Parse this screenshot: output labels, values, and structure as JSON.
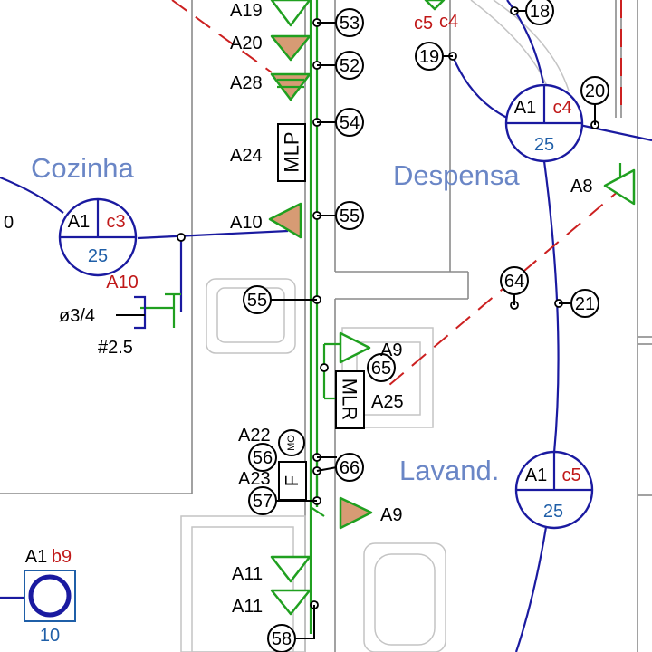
{
  "rooms": {
    "kitchen": "Cozinha",
    "pantry": "Despensa",
    "laundry": "Lavand."
  },
  "partial_label_left": "0",
  "fixtures": {
    "kitchen": {
      "circuit": "A1",
      "code": "c3",
      "value": "25"
    },
    "pantry": {
      "circuit": "A1",
      "code": "c4",
      "value": "25"
    },
    "laundry": {
      "circuit": "A1",
      "code": "c5",
      "value": "25"
    },
    "ceiling": {
      "circuit": "A1",
      "code": "b9",
      "value": "10"
    }
  },
  "top_fixture_label": {
    "left": "c5",
    "right": "c4"
  },
  "conductor_note": {
    "circuit": "A10",
    "conductors": "ø3/4",
    "gauge": "#2.5"
  },
  "outlet_labels": {
    "A19": "A19",
    "A20": "A20",
    "A28": "A28",
    "A24": "A24",
    "A10": "A10",
    "A8": "A8",
    "A9_top": "A9",
    "A25": "A25",
    "A22": "A22",
    "A23": "A23",
    "A9_bottom": "A9",
    "A11_top": "A11",
    "A11_bottom": "A11"
  },
  "equipment": {
    "mlp": "MLP",
    "mlr": "MLR",
    "mo": "MO",
    "f": "F"
  },
  "nodes": [
    "53",
    "52",
    "54",
    "55",
    "55",
    "65",
    "56",
    "66",
    "57",
    "58",
    "18",
    "19",
    "20",
    "64",
    "21"
  ],
  "colors": {
    "conduit": "#20a020",
    "circuit": "#1a1aa0",
    "dashed": "#cc2020",
    "room_label": "#6a86c6"
  }
}
